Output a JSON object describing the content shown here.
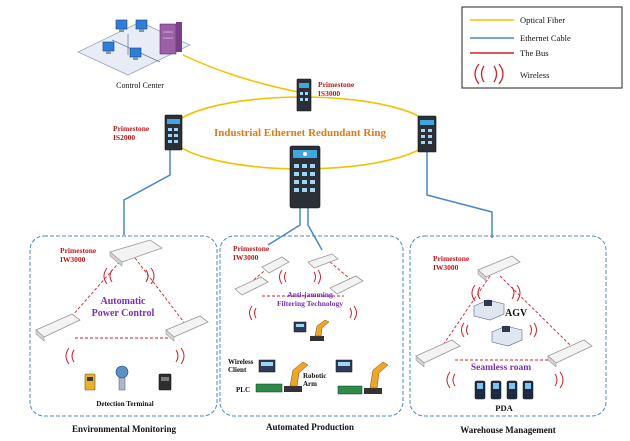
{
  "legend": {
    "optical_fiber": "Optical Fiber",
    "ethernet_cable": "Ethernet Cable",
    "the_bus": "The Bus",
    "wireless": "Wireless"
  },
  "colors": {
    "optical_fiber": "#f2c200",
    "ethernet_cable": "#4a86c8",
    "the_bus": "#d0202a",
    "wireless": "#d0202a",
    "ring_text": "#e07b12",
    "highlight_text": "#7a2fb4",
    "product_text": "#c0161a"
  },
  "control_center": {
    "label": "Control Center"
  },
  "ring": {
    "label": "Industrial Ethernet Redundant Ring"
  },
  "switches": {
    "top": {
      "brand": "Primestone",
      "model": "IS3000"
    },
    "left": {
      "brand": "Primestone",
      "model": "IS2000"
    }
  },
  "sections": {
    "env": {
      "title": "Environmental Monitoring",
      "ap_brand": "Primestone",
      "ap_model": "IW3000",
      "feature_line1": "Automatic",
      "feature_line2": "Power Control",
      "terminal_label": "Detection Terminal"
    },
    "auto": {
      "title": "Automated Production",
      "ap_brand": "Primestone",
      "ap_model": "IW3000",
      "feature_line1": "Anti-jamming",
      "feature_line2": "Filtering Technology",
      "wireless_client_line1": "Wireless",
      "wireless_client_line2": "Client",
      "plc": "PLC",
      "robotic_arm_line1": "Robotic",
      "robotic_arm_line2": "Arm"
    },
    "ware": {
      "title": "Warehouse Management",
      "ap_brand": "Primestone",
      "ap_model": "IW3000",
      "agv": "AGV",
      "feature": "Seamless roam",
      "pda": "PDA"
    }
  }
}
